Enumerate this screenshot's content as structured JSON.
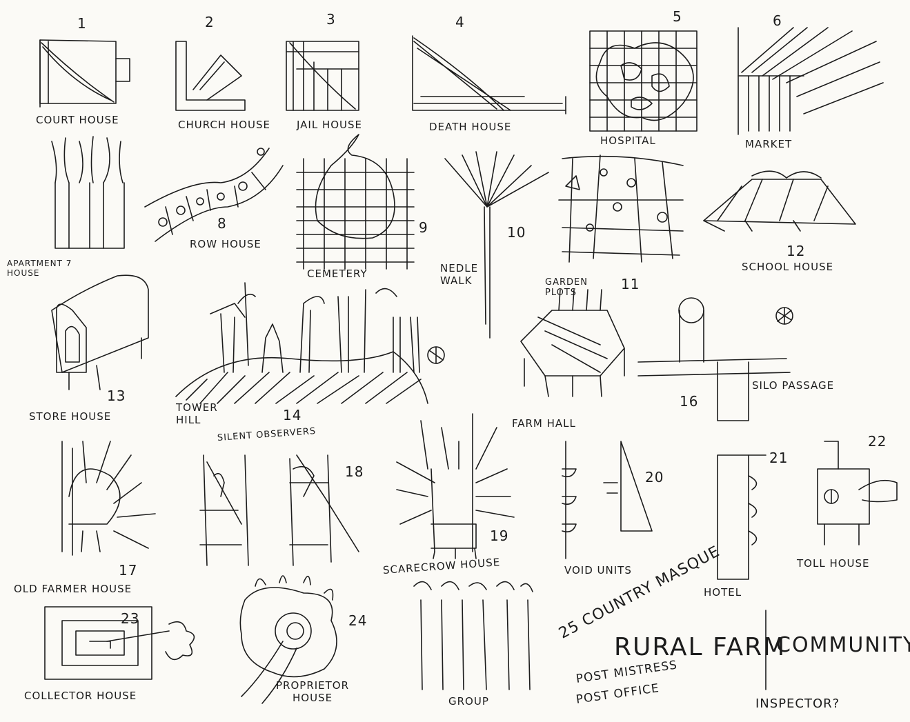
{
  "sketch": {
    "numbers": [
      "1",
      "2",
      "3",
      "4",
      "5",
      "6",
      "8",
      "9",
      "10",
      "11",
      "12",
      "13",
      "14",
      "16",
      "17",
      "18",
      "19",
      "20",
      "21",
      "22",
      "23",
      "24"
    ],
    "captions": {
      "court_house": "COURT HOUSE",
      "church_house": "CHURCH HOUSE",
      "jail_house": "JAIL HOUSE",
      "death_house": "DEATH HOUSE",
      "hospital": "HOSPITAL",
      "market": "MARKET",
      "apartment_house": "APARTMENT 7\nHOUSE",
      "row_house": "ROW HOUSE",
      "cemetery": "CEMETERY",
      "needle_walk": "NEDLE\nWALK",
      "garden_plots": "GARDEN\nPLOTS",
      "school_house": "SCHOOL HOUSE",
      "store_house": "STORE HOUSE",
      "tower_hill": "TOWER\nHILL",
      "farm_hall": "FARM HALL",
      "silo_passage": "SILO PASSAGE",
      "silent_observers": "SILENT OBSERVERS",
      "old_farmer_house": "OLD FARMER HOUSE",
      "scarecrow_house": "SCARECROW HOUSE",
      "void_units": "VOID UNITS",
      "hotel": "HOTEL",
      "toll_house": "TOLL HOUSE",
      "collector_house": "COLLECTOR HOUSE",
      "proprietor_house": "PROPRIETOR\nHOUSE",
      "group": "GROUP",
      "country_masque": "25 COUNTRY MASQUE",
      "rural_farm": "RURAL FARM",
      "community": "COMMUNITY",
      "post_mistress": "POST MISTRESS",
      "post_office": "POST OFFICE",
      "inspector": "INSPECTOR?"
    },
    "ink_color": "#1c1c1c",
    "paper_color": "#fbfaf6"
  }
}
